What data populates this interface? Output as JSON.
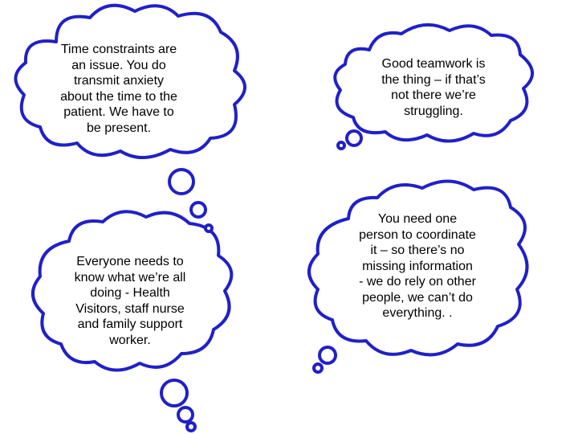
{
  "bubbles": [
    {
      "text": "Time constraints are\nan issue. You do\ntransmit anxiety\nabout the time to the\npatient.  We have to\nbe present."
    },
    {
      "text": "Good teamwork is\nthe thing – if that’s\nnot there we’re\nstruggling."
    },
    {
      "text": "Everyone needs to\nknow what we’re all\ndoing - Health\nVisitors, staff nurse\nand family support\nworker."
    },
    {
      "text": "You need one\nperson to coordinate\nit – so there’s no\nmissing information\n- we do rely on other\npeople, we can’t do\neverything. ."
    }
  ],
  "colors": {
    "outline": "#2020c8",
    "fill": "#ffffff",
    "text": "#000000"
  }
}
